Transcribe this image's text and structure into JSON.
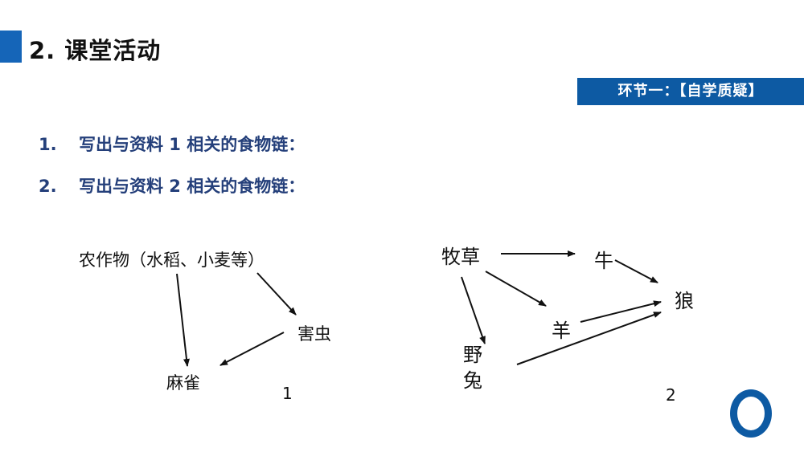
{
  "header": {
    "title": "2. 课堂活动",
    "section_tag": "环节一：【自学质疑】",
    "accent_color": "#1565b8",
    "tag_color": "#0d5aa3"
  },
  "tasks": [
    {
      "num": "1.",
      "text": "写出与资料 1 相关的食物链："
    },
    {
      "num": "2.",
      "text": "写出与资料 2 相关的食物链："
    }
  ],
  "diagram1": {
    "label": "1",
    "nodes": {
      "crops": "农作物（水稻、小麦等）",
      "pest": "害虫",
      "sparrow": "麻雀"
    },
    "edges": [
      {
        "from": "农作物（水稻、小麦等）",
        "to": "麻雀"
      },
      {
        "from": "农作物（水稻、小麦等）",
        "to": "害虫"
      },
      {
        "from": "害虫",
        "to": "麻雀"
      }
    ]
  },
  "diagram2": {
    "label": "2",
    "nodes": {
      "grass": "牧草",
      "cow": "牛",
      "sheep": "羊",
      "hare_1": "野",
      "hare_2": "兔",
      "wolf": "狼"
    },
    "edges": [
      {
        "from": "牧草",
        "to": "牛"
      },
      {
        "from": "牧草",
        "to": "羊"
      },
      {
        "from": "牧草",
        "to": "野兔"
      },
      {
        "from": "牛",
        "to": "狼"
      },
      {
        "from": "羊",
        "to": "狼"
      },
      {
        "from": "野兔",
        "to": "狼"
      }
    ]
  },
  "decor": {
    "ring_icon": "circle-o-icon"
  }
}
